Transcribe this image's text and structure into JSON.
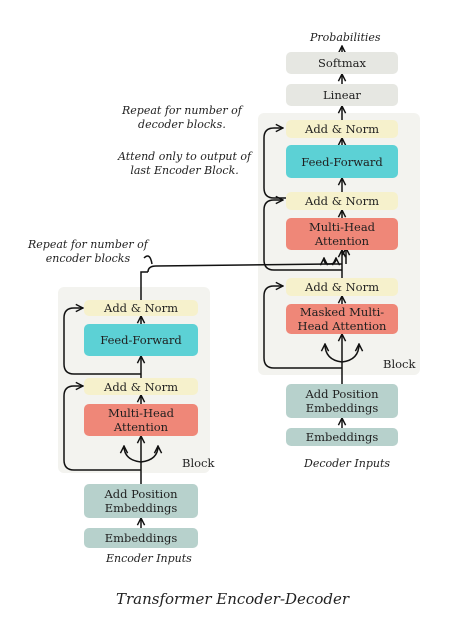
{
  "title": "Transformer Encoder-Decoder",
  "encoder": {
    "inputs_label": "Encoder Inputs",
    "embeddings": "Embeddings",
    "position_embeddings": "Add Position\nEmbeddings",
    "block_label": "Block",
    "attention": "Multi-Head\nAttention",
    "add_norm_1": "Add & Norm",
    "feed_forward": "Feed-Forward",
    "add_norm_2": "Add & Norm",
    "repeat_note": "Repeat  for number of\nencoder blocks"
  },
  "decoder": {
    "inputs_label": "Decoder Inputs",
    "embeddings": "Embeddings",
    "position_embeddings": "Add Position\nEmbeddings",
    "block_label": "Block",
    "masked_attention": "Masked Multi-\nHead Attention",
    "add_norm_1": "Add & Norm",
    "cross_attention": "Multi-Head\nAttention",
    "add_norm_2": "Add & Norm",
    "feed_forward": "Feed-Forward",
    "add_norm_3": "Add & Norm",
    "linear": "Linear",
    "softmax": "Softmax",
    "probabilities": "Probabilities",
    "repeat_note": "Repeat  for number of\ndecoder blocks.",
    "attend_note": "Attend only to output of\nlast Encoder Block."
  },
  "colors": {
    "add_norm": "#f6f1cc",
    "feed_forward": "#5cd1d5",
    "attention": "#ef8778",
    "embeddings": "#b7d1cc",
    "output_layers": "#e6e7e2",
    "panel": "#f3f3ef"
  }
}
